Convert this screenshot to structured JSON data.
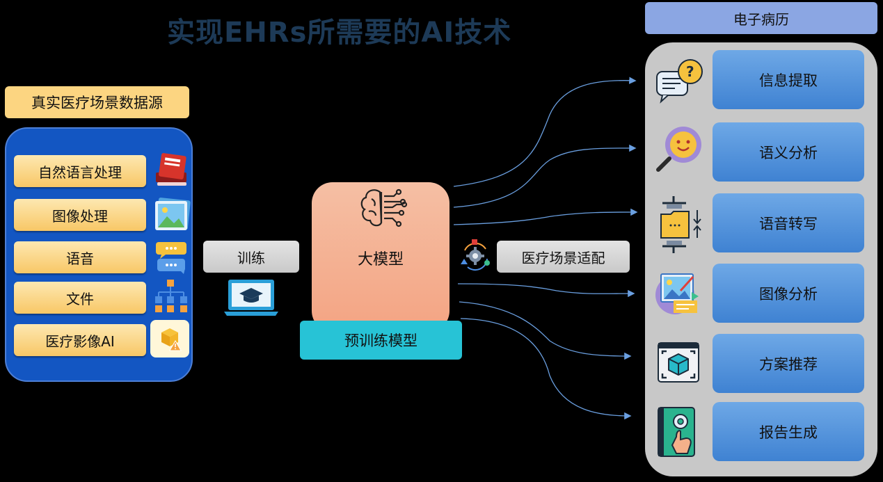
{
  "title": "实现EHRs所需要的AI技术",
  "source": {
    "label": "真实医疗场景数据源",
    "items": [
      {
        "label": "自然语言处理",
        "icon": "book-icon"
      },
      {
        "label": "图像处理",
        "icon": "image-icon"
      },
      {
        "label": "语音",
        "icon": "chat-bubbles-icon"
      },
      {
        "label": "文件",
        "icon": "file-tree-icon"
      },
      {
        "label": "医疗影像AI",
        "icon": "box-warning-icon"
      }
    ]
  },
  "train": {
    "label": "训练",
    "icon": "graduation-laptop-icon"
  },
  "model": {
    "label": "大模型",
    "icon": "brain-circuit-icon",
    "pretrain_label": "预训练模型"
  },
  "adapt": {
    "label": "医疗场景适配",
    "icon": "gear-cycle-icon"
  },
  "emr": {
    "label": "电子病历",
    "tasks": [
      {
        "label": "信息提取",
        "icon": "question-chat-icon"
      },
      {
        "label": "语义分析",
        "icon": "smiley-magnifier-icon"
      },
      {
        "label": "语音转写",
        "icon": "folder-transfer-icon"
      },
      {
        "label": "图像分析",
        "icon": "image-analysis-icon"
      },
      {
        "label": "方案推荐",
        "icon": "cube-scan-icon"
      },
      {
        "label": "报告生成",
        "icon": "report-gear-icon"
      }
    ]
  },
  "colors": {
    "title": "#1d3a57",
    "source_label": "#fcd581",
    "left_panel": "#1356c2",
    "model": "#f4a483",
    "pretrain": "#27c3d6",
    "emr_label": "#8ba6e3",
    "right_panel": "#c8c8c8",
    "task": "#4f8fd8",
    "arrow": "#6a9fe0"
  }
}
